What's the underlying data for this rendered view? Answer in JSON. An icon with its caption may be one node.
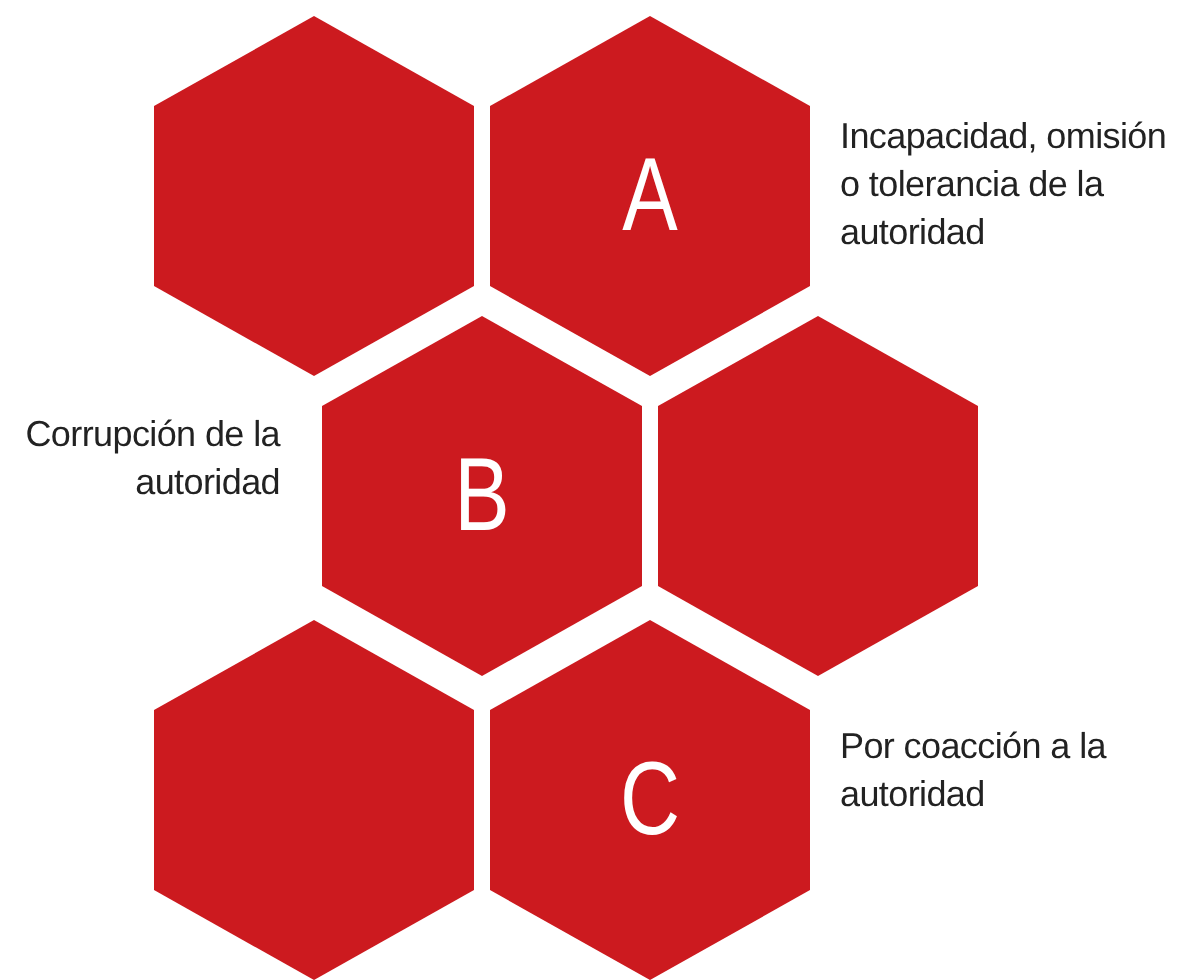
{
  "diagram": {
    "nodes": [
      {
        "text": [],
        "shape": "hexagon"
      },
      {
        "text": [
          "A"
        ],
        "beside": [
          "Incapacidad, omisión o tolerancia de la autoridad"
        ]
      },
      {
        "text": [
          "B"
        ],
        "beside": [
          "Corrupción de la autoridad"
        ]
      },
      {
        "text": [],
        "shape": "hexagon"
      },
      {
        "text": [],
        "shape": "hexagon"
      },
      {
        "text": [
          "C"
        ],
        "beside": [
          "Por coacción a la autoridad"
        ]
      }
    ]
  }
}
